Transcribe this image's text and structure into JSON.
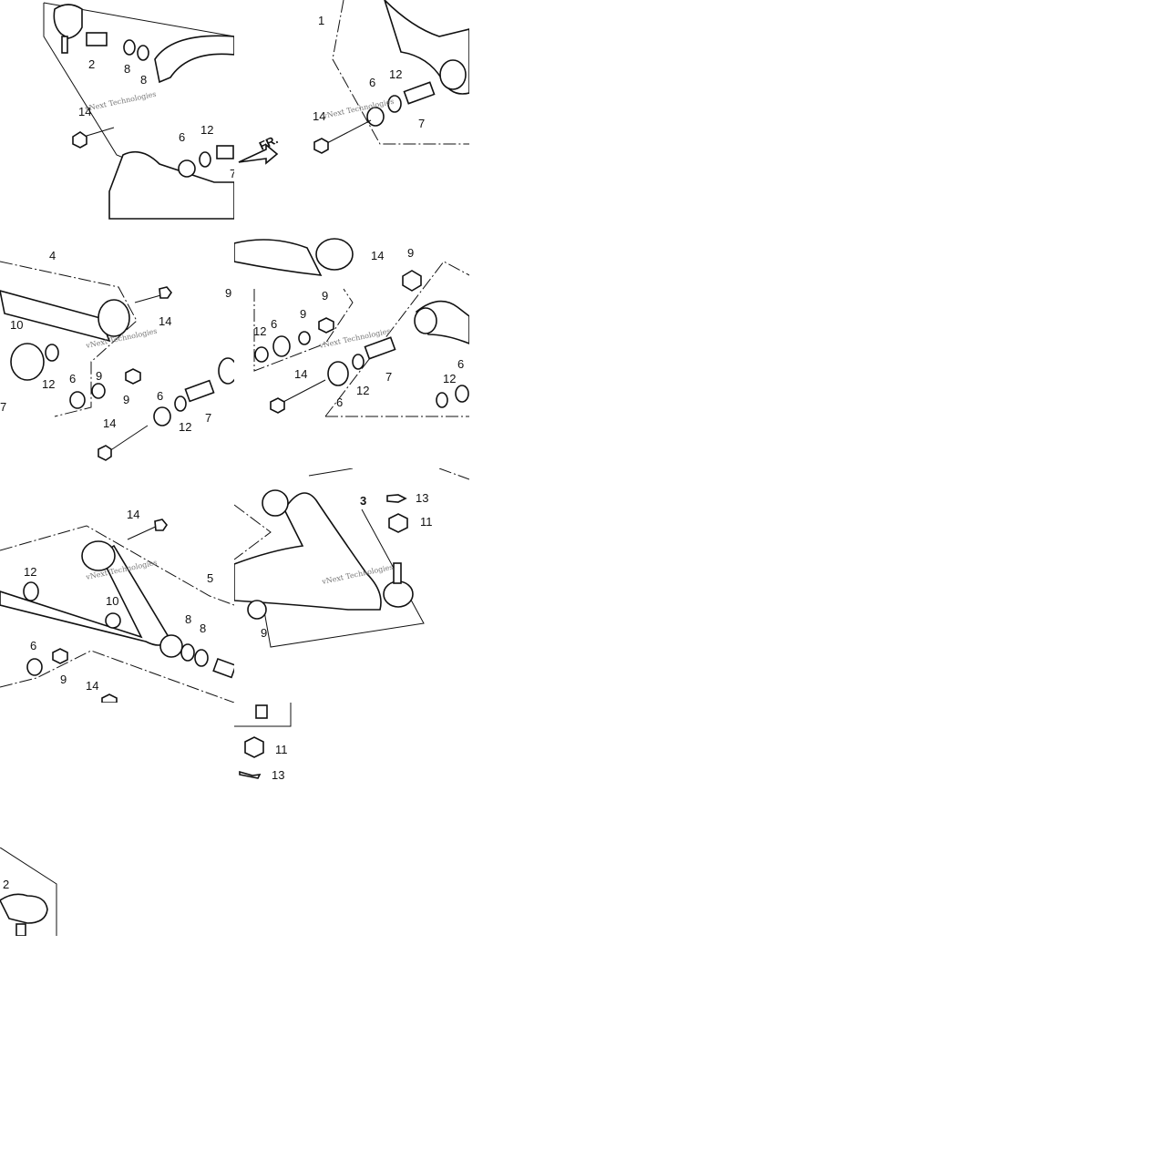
{
  "watermark": "vNext Technologies",
  "direction_label": "FR.",
  "tiles": [
    {
      "name": "tile-1",
      "callouts": [
        "2",
        "8",
        "8",
        "14",
        "6",
        "12",
        "7"
      ]
    },
    {
      "name": "tile-2",
      "callouts": [
        "1",
        "6",
        "12",
        "14",
        "7"
      ]
    },
    {
      "name": "tile-3",
      "callouts": [
        "4",
        "14",
        "10",
        "9",
        "12",
        "6",
        "9",
        "9",
        "6",
        "12",
        "7",
        "14",
        "7"
      ]
    },
    {
      "name": "tile-4",
      "callouts": [
        "14",
        "9",
        "9",
        "12",
        "6",
        "9",
        "14",
        "6",
        "12",
        "7",
        "12",
        "6"
      ]
    },
    {
      "name": "tile-5",
      "callouts": [
        "14",
        "12",
        "10",
        "5",
        "8",
        "8",
        "6",
        "9",
        "14"
      ]
    },
    {
      "name": "tile-6",
      "callouts": [
        "3",
        "13",
        "11",
        "9"
      ]
    },
    {
      "name": "tile-7",
      "callouts": [
        "11",
        "13"
      ]
    },
    {
      "name": "tile-8",
      "callouts": [
        "2"
      ]
    }
  ]
}
